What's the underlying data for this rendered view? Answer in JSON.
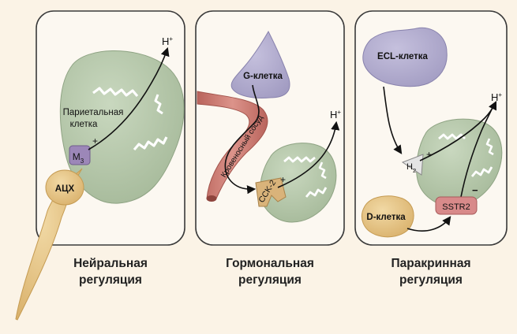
{
  "colors": {
    "background": "#fbf3e6",
    "panel_fill": "#fcf8f1",
    "panel_stroke": "#3a3a3a",
    "cell_green": "#b8c9ad",
    "cell_lavender": "#b4afd0",
    "nerve_tan": "#e8c887",
    "vessel_red": "#c9786f",
    "receptor_purple": "#9c87b8",
    "cck_tan": "#d9b37a",
    "sstr2_pink": "#d88a8a"
  },
  "panels": [
    {
      "id": "neural",
      "cell_label_line1": "Париетальная",
      "cell_label_line2": "клетка",
      "receptor": {
        "base": "M",
        "sub": "3"
      },
      "signal_label": "АЦХ",
      "sign": "+",
      "acid_label": {
        "base": "H",
        "sup": "+"
      },
      "caption_line1": "Нейральная",
      "caption_line2": "регуляция"
    },
    {
      "id": "hormonal",
      "source_cell_label": "G-клетка",
      "vessel_label": "Кровеносный сосуд",
      "receptor": {
        "base": "CCK-2"
      },
      "sign": "+",
      "acid_label": {
        "base": "H",
        "sup": "+"
      },
      "caption_line1": "Гормональная",
      "caption_line2": "регуляция"
    },
    {
      "id": "paracrine",
      "source_cell_label": "ECL-клетка",
      "inhibitor_cell_label": "D-клетка",
      "receptor_h2": {
        "base": "H",
        "sub": "2"
      },
      "receptor_sstr2": {
        "base": "SSTR2"
      },
      "sign_plus": "+",
      "sign_minus": "−",
      "acid_label": {
        "base": "H",
        "sup": "+"
      },
      "caption_line1": "Паракринная",
      "caption_line2": "регуляция"
    }
  ]
}
